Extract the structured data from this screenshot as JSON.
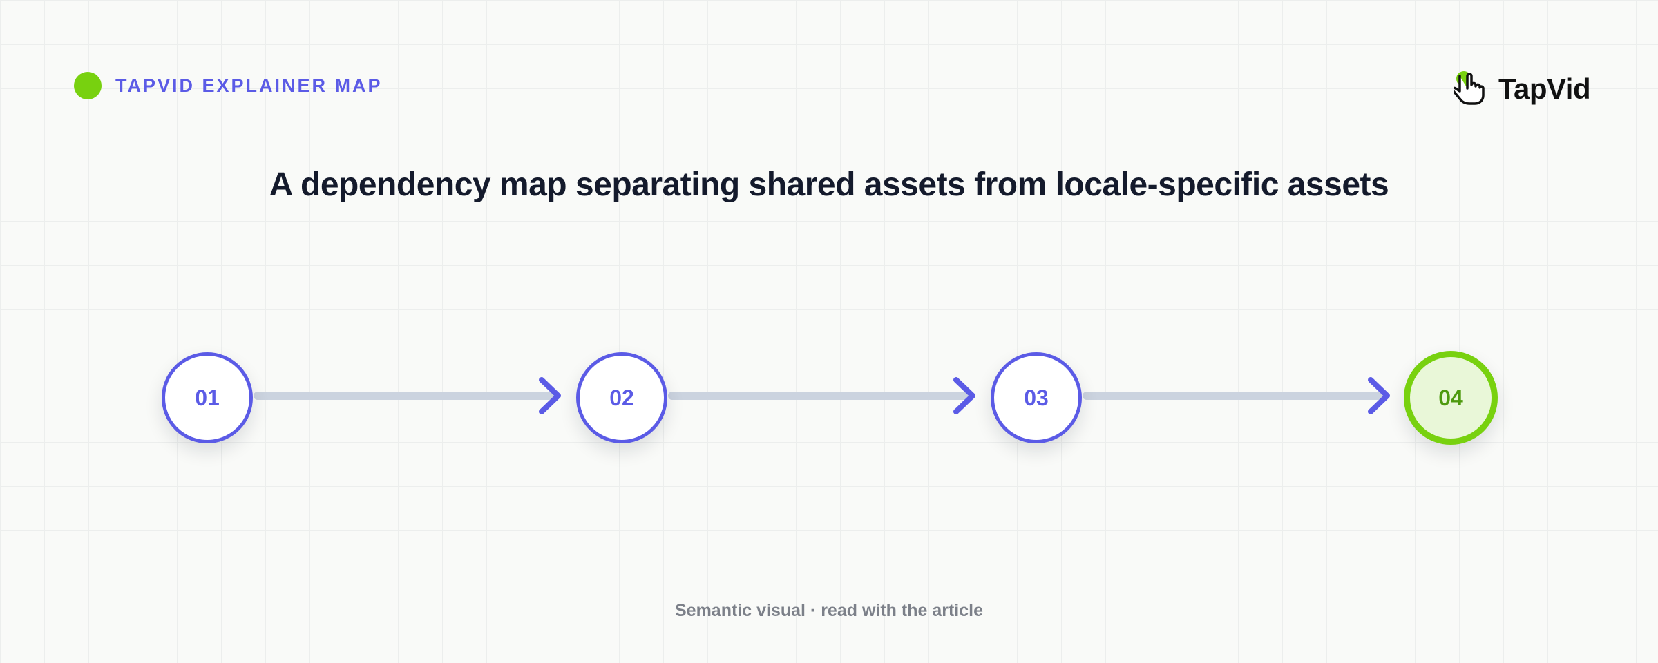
{
  "header": {
    "label": "TAPVID EXPLAINER MAP",
    "accent_color": "#78d10f",
    "label_color": "#5b5be6"
  },
  "logo": {
    "text": "TapVid",
    "icon": "pointer-hand-icon"
  },
  "title": "A dependency map separating shared assets from locale-specific assets",
  "flow": {
    "steps": [
      {
        "label": "01",
        "state": "default"
      },
      {
        "label": "02",
        "state": "default"
      },
      {
        "label": "03",
        "state": "default"
      },
      {
        "label": "04",
        "state": "final"
      }
    ],
    "connector_color": "#cbd3df",
    "arrowhead_color": "#5b5be6",
    "final_color": "#78d10f"
  },
  "footer": "Semantic visual · read with the article"
}
